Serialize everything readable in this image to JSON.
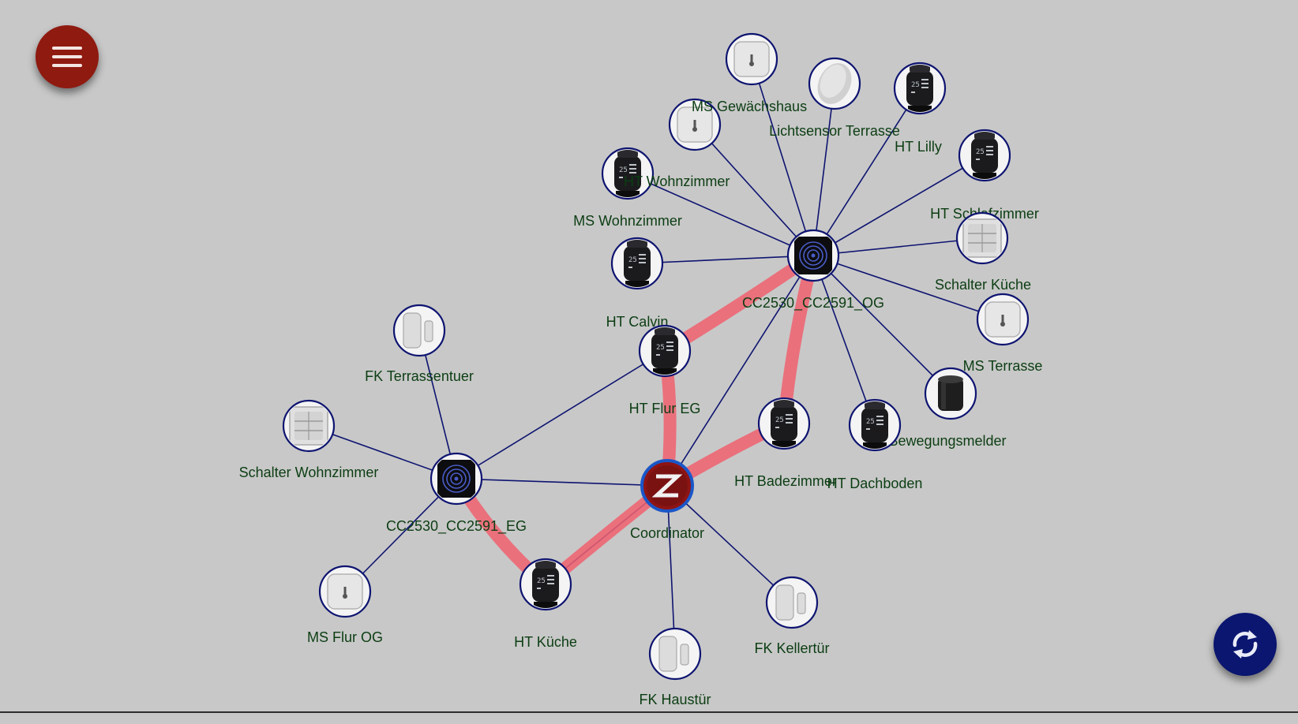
{
  "colors": {
    "background": "#c8c8c8",
    "link": "#0e1470",
    "route": "#f0606e",
    "label": "#0b3d12",
    "menu_fab": "#8f1a10",
    "refresh_fab": "#0a1670"
  },
  "toolbar": {
    "menu_icon": "hamburger-menu-icon",
    "refresh_icon": "refresh-icon"
  },
  "nodes": [
    {
      "id": "coordinator",
      "label": "Coordinator",
      "type": "coordinator",
      "icon": "zigbee-logo-icon"
    },
    {
      "id": "router-og",
      "label": "CC2530_CC2591_OG",
      "type": "router",
      "icon": "router-icon"
    },
    {
      "id": "router-eg",
      "label": "CC2530_CC2591_EG",
      "type": "router",
      "icon": "router-icon"
    },
    {
      "id": "ms-gewaechshaus",
      "label": "MS Gewächshaus",
      "type": "sensor",
      "icon": "temperature-sensor-icon"
    },
    {
      "id": "lichtsensor-terrasse",
      "label": "Lichtsensor Terrasse",
      "type": "light",
      "icon": "light-sensor-icon"
    },
    {
      "id": "ht-lilly",
      "label": "HT Lilly",
      "type": "thermo",
      "icon": "thermostat-icon"
    },
    {
      "id": "ht-schlafzimmer",
      "label": "HT Schlafzimmer",
      "type": "thermo",
      "icon": "thermostat-icon"
    },
    {
      "id": "ht-wohnzimmer",
      "label": "HT Wohnzimmer",
      "type": "thermo",
      "icon": "thermostat-icon"
    },
    {
      "id": "ms-wohnzimmer",
      "label": "MS Wohnzimmer",
      "type": "sensor",
      "icon": "temperature-sensor-icon"
    },
    {
      "id": "schalter-kueche",
      "label": "Schalter Küche",
      "type": "switch",
      "icon": "wall-switch-icon"
    },
    {
      "id": "ht-calvin",
      "label": "HT Calvin",
      "type": "thermo",
      "icon": "thermostat-icon"
    },
    {
      "id": "ms-terrasse",
      "label": "MS Terrasse",
      "type": "sensor",
      "icon": "temperature-sensor-icon"
    },
    {
      "id": "bewegungsmelder",
      "label": "Bewegungsmelder",
      "type": "motion",
      "icon": "motion-sensor-icon"
    },
    {
      "id": "ht-flur-eg",
      "label": "HT Flur EG",
      "type": "thermo",
      "icon": "thermostat-icon"
    },
    {
      "id": "ht-badezimmer",
      "label": "HT Badezimmer",
      "type": "thermo",
      "icon": "thermostat-icon"
    },
    {
      "id": "ht-dachboden",
      "label": "HT Dachboden",
      "type": "thermo",
      "icon": "thermostat-icon"
    },
    {
      "id": "fk-terrassentuer",
      "label": "FK Terrassentuer",
      "type": "contact",
      "icon": "door-contact-icon"
    },
    {
      "id": "schalter-wohnzimmer",
      "label": "Schalter Wohnzimmer",
      "type": "switch",
      "icon": "wall-switch-icon"
    },
    {
      "id": "ms-flur-og",
      "label": "MS Flur OG",
      "type": "sensor",
      "icon": "temperature-sensor-icon"
    },
    {
      "id": "ht-kueche",
      "label": "HT Küche",
      "type": "thermo",
      "icon": "thermostat-icon"
    },
    {
      "id": "fk-kellertuer",
      "label": "FK Kellertür",
      "type": "contact",
      "icon": "door-contact-icon"
    },
    {
      "id": "fk-haustuer",
      "label": "FK Haustür",
      "type": "contact",
      "icon": "door-contact-icon"
    }
  ],
  "links": [
    [
      "router-og",
      "ms-gewaechshaus"
    ],
    [
      "router-og",
      "lichtsensor-terrasse"
    ],
    [
      "router-og",
      "ht-lilly"
    ],
    [
      "router-og",
      "ht-schlafzimmer"
    ],
    [
      "router-og",
      "ht-wohnzimmer"
    ],
    [
      "router-og",
      "ms-wohnzimmer"
    ],
    [
      "router-og",
      "schalter-kueche"
    ],
    [
      "router-og",
      "ht-calvin"
    ],
    [
      "router-og",
      "ms-terrasse"
    ],
    [
      "router-og",
      "bewegungsmelder"
    ],
    [
      "router-og",
      "ht-dachboden"
    ],
    [
      "router-og",
      "coordinator"
    ],
    [
      "router-eg",
      "ht-flur-eg"
    ],
    [
      "router-eg",
      "fk-terrassentuer"
    ],
    [
      "router-eg",
      "schalter-wohnzimmer"
    ],
    [
      "router-eg",
      "ms-flur-og"
    ],
    [
      "router-eg",
      "coordinator"
    ],
    [
      "coordinator",
      "fk-kellertuer"
    ],
    [
      "coordinator",
      "fk-haustuer"
    ],
    [
      "coordinator",
      "ht-kueche"
    ]
  ],
  "routes": [
    [
      "router-og",
      "ht-flur-eg",
      "coordinator"
    ],
    [
      "router-og",
      "ht-badezimmer",
      "coordinator"
    ],
    [
      "router-eg",
      "ht-kueche",
      "coordinator"
    ]
  ]
}
